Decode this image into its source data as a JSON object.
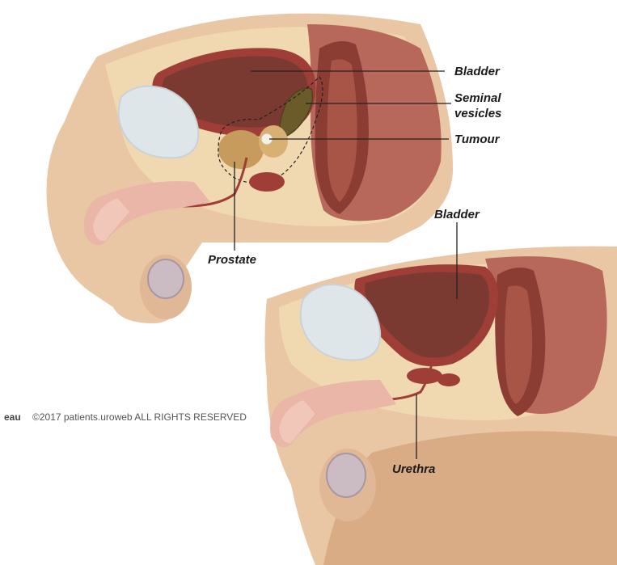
{
  "top_diagram": {
    "labels": {
      "bladder": "Bladder",
      "seminal_line1": "Seminal",
      "seminal_line2": "vesicles",
      "tumour": "Tumour",
      "prostate": "Prostate"
    }
  },
  "bottom_diagram": {
    "labels": {
      "bladder": "Bladder",
      "urethra": "Urethra"
    }
  },
  "footer": {
    "logo_text": "eau",
    "copyright": "©2017 patients.uroweb ALL RIGHTS RESERVED"
  },
  "colors": {
    "skin": "#e9c6a4",
    "skin_dark": "#d9ac86",
    "tissue": "#f0d9b0",
    "bladder_wall": "#9e3e36",
    "bladder_inner": "#7a3a32",
    "bone": "#dfe6ea",
    "prostate": "#c79b5c",
    "tumour": "#f3f0e6",
    "rectum": "#8b3d33",
    "pink": "#e9b6a8"
  }
}
